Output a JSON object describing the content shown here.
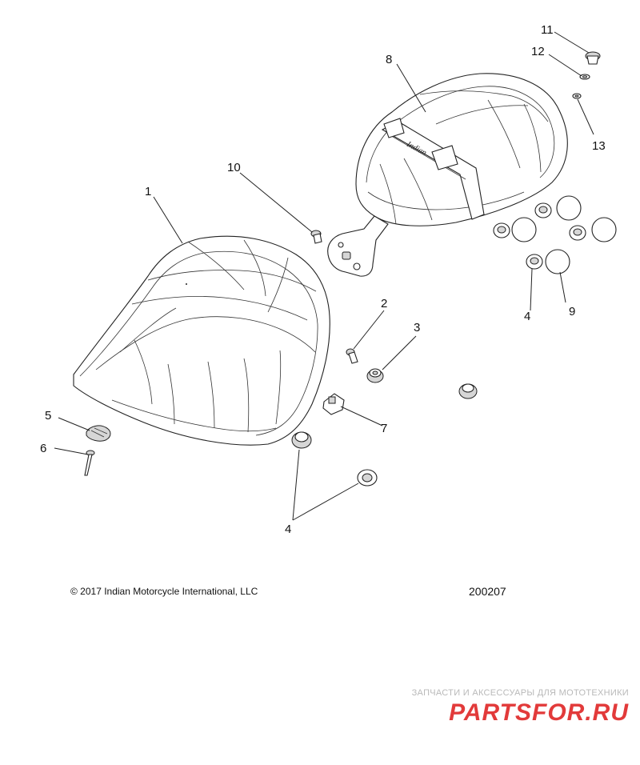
{
  "callouts": {
    "c1": "1",
    "c2": "2",
    "c3": "3",
    "c4a": "4",
    "c4b": "4",
    "c5": "5",
    "c6": "6",
    "c7": "7",
    "c8": "8",
    "c9": "9",
    "c10": "10",
    "c11": "11",
    "c12": "12",
    "c13": "13"
  },
  "footer": {
    "copyright": "© 2017 Indian Motorcycle International, LLC",
    "diagram_number": "200207"
  },
  "watermark": {
    "tagline": "ЗАПЧАСТИ И АКСЕССУАРЫ ДЛЯ МОТОТЕХНИКИ",
    "logo": "PARTSFOR.RU"
  }
}
